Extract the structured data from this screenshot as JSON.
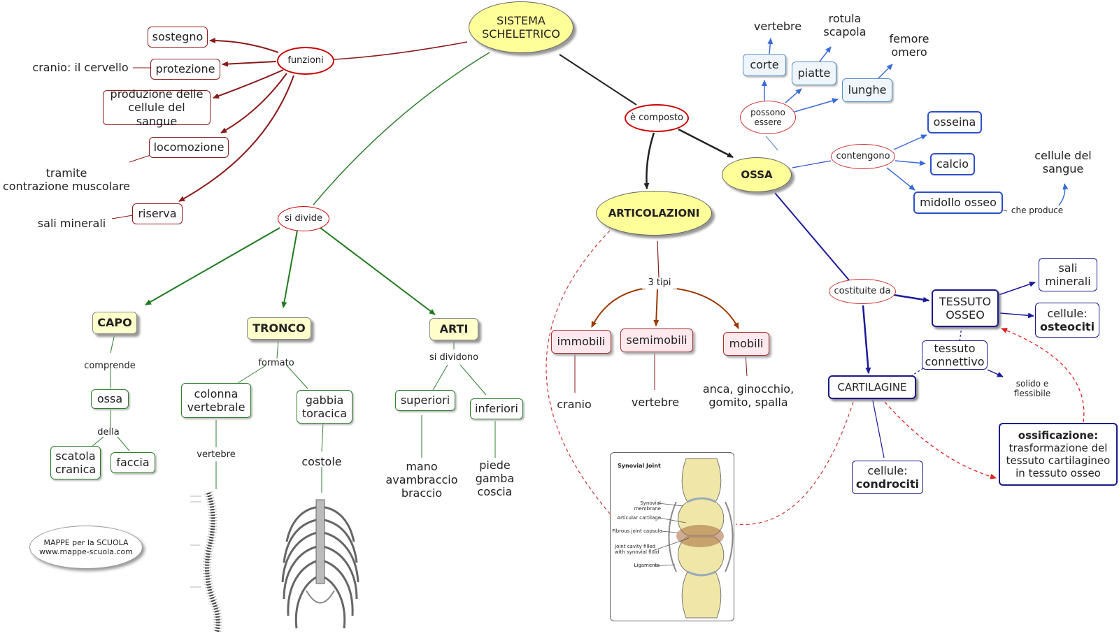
{
  "colors": {
    "red_link": "#8a1a1a",
    "green_link": "#2f7d2f",
    "blue_link": "#2d4fc7",
    "navy_link": "#1a1a8a",
    "core_yellow": "#ffff99"
  },
  "main": {
    "title": "SISTEMA\nSCHELETRICO"
  },
  "funzioni": {
    "label": "funzioni",
    "items": [
      "sostegno",
      "protezione",
      "produzione delle\ncellule del sangue",
      "locomozione",
      "riserva"
    ],
    "notes": [
      "cranio: il cervello",
      "tramite\ncontrazione muscolare",
      "sali minerali"
    ]
  },
  "divide": {
    "label": "si divide",
    "capo": {
      "label": "CAPO",
      "link": "comprende",
      "ossa": "ossa",
      "della": "della",
      "parts": [
        "scatola\ncranica",
        "faccia"
      ]
    },
    "tronco": {
      "label": "TRONCO",
      "link": "formato",
      "parts": [
        "colonna\nvertebrale",
        "gabbia\ntoracica"
      ],
      "details": [
        "vertebre",
        "costole"
      ]
    },
    "arti": {
      "label": "ARTI",
      "link": "si dividono",
      "parts": [
        "superiori",
        "inferiori"
      ],
      "details": [
        "mano\navambraccio\nbraccio",
        "piede\ngamba\ncoscia"
      ]
    }
  },
  "composto": {
    "label": "è composto"
  },
  "articolazioni": {
    "label": "ARTICOLAZIONI",
    "link": "3 tipi",
    "types": [
      "immobili",
      "semimobili",
      "mobili"
    ],
    "examples": [
      "cranio",
      "vertebre",
      "anca, ginocchio,\ngomito, spalla"
    ]
  },
  "ossa": {
    "label": "OSSA",
    "possono": "possono\nessere",
    "shapes": [
      "corte",
      "piatte",
      "lunghe"
    ],
    "shape_examples": [
      "vertebre",
      "rotula\nscapola",
      "femore\nomero"
    ],
    "contengono": "contengono",
    "contents": [
      "osseina",
      "calcio",
      "midollo osseo"
    ],
    "produce": "che produce",
    "produce_target": "cellule del\nsangue",
    "costituite": "costituite da"
  },
  "tessuto": {
    "osseo": "TESSUTO\nOSSEO",
    "sali": "sali\nminerali",
    "cellule_label": "cellule:",
    "cellule_value": "osteociti",
    "connettivo": "tessuto\nconnettivo",
    "solido": "solido e\nflessibile",
    "cartilagine": "CARTILAGINE",
    "cartilagine_cellule_label": "cellule:",
    "cartilagine_cellule_value": "condrociti",
    "ossificazione_title": "ossificazione:",
    "ossificazione_text": "trasformazione del\ntessuto cartilagineo\nin tessuto osseo"
  },
  "joint_figure": {
    "title": "Synovial Joint",
    "labels": [
      "Synovial membrane",
      "Articular cartilage",
      "Fibrous joint capsule",
      "Joint cavity filled\nwith synovial fluid",
      "Ligaments"
    ]
  },
  "credit": "MAPPE per la SCUOLA\nwww.mappe-scuola.com"
}
